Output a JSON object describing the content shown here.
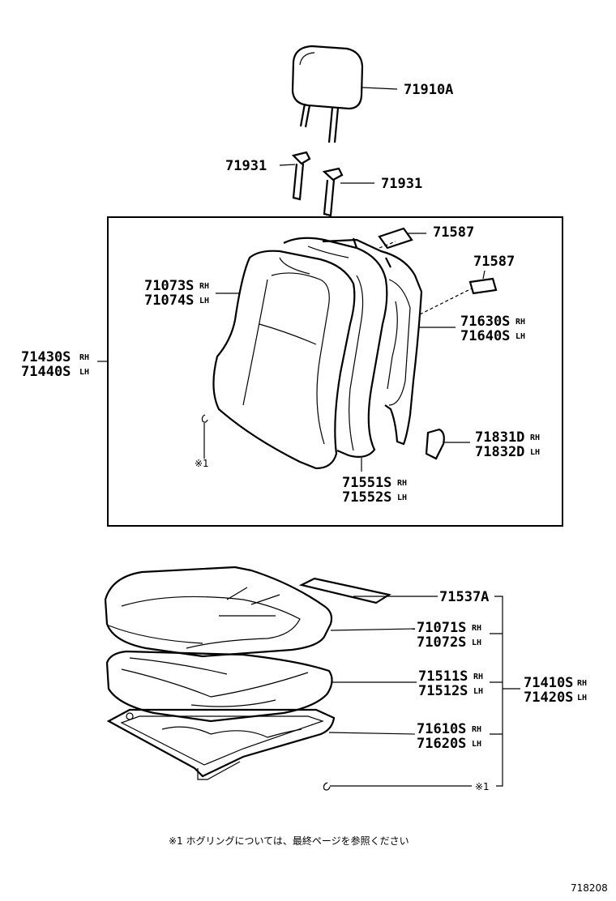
{
  "headrest": {
    "part": "71910A"
  },
  "support_left": {
    "part": "71931"
  },
  "support_right": {
    "part": "71931"
  },
  "back_assembly": {
    "part": "71430S",
    "part_suffix": "RH",
    "part2": "71440S",
    "part2_suffix": "LH"
  },
  "back_cover": {
    "part": "71073S",
    "part_suffix": "RH",
    "part2": "71074S",
    "part2_suffix": "LH"
  },
  "back_label_1": {
    "part": "71587"
  },
  "back_label_2": {
    "part": "71587"
  },
  "back_frame": {
    "part": "71630S",
    "part_suffix": "RH",
    "part2": "71640S",
    "part2_suffix": "LH"
  },
  "back_pad": {
    "part": "71551S",
    "part_suffix": "RH",
    "part2": "71552S",
    "part2_suffix": "LH"
  },
  "back_cover_plate": {
    "part": "71831D",
    "part_suffix": "RH",
    "part2": "71832D",
    "part2_suffix": "LH"
  },
  "hog_ring_back": {
    "mark": "※1"
  },
  "cushion_assembly": {
    "part": "71410S",
    "part_suffix": "RH",
    "part2": "71420S",
    "part2_suffix": "LH"
  },
  "cushion_label": {
    "part": "71537A"
  },
  "cushion_cover": {
    "part": "71071S",
    "part_suffix": "RH",
    "part2": "71072S",
    "part2_suffix": "LH"
  },
  "cushion_pad": {
    "part": "71511S",
    "part_suffix": "RH",
    "part2": "71512S",
    "part2_suffix": "LH"
  },
  "cushion_frame": {
    "part": "71610S",
    "part_suffix": "RH",
    "part2": "71620S",
    "part2_suffix": "LH"
  },
  "hog_ring_cushion": {
    "mark": "※1"
  },
  "footnote": "※1  ホグリングについては、最終ページを参照ください",
  "figure_ref": "718208"
}
